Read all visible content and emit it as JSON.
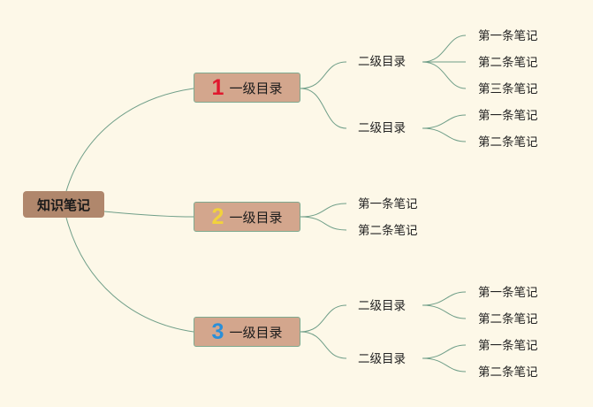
{
  "root": {
    "label": "知识笔记"
  },
  "branches": [
    {
      "number": "1",
      "number_color": "#e0182e",
      "label": "一级目录",
      "children": [
        {
          "label": "二级目录",
          "notes": [
            "第一条笔记",
            "第二条笔记",
            "第三条笔记"
          ]
        },
        {
          "label": "二级目录",
          "notes": [
            "第一条笔记",
            "第二条笔记"
          ]
        }
      ]
    },
    {
      "number": "2",
      "number_color": "#f2d23c",
      "label": "一级目录",
      "notes": [
        "第一条笔记",
        "第二条笔记"
      ]
    },
    {
      "number": "3",
      "number_color": "#2a8fd8",
      "label": "一级目录",
      "children": [
        {
          "label": "二级目录",
          "notes": [
            "第一条笔记",
            "第二条笔记"
          ]
        },
        {
          "label": "二级目录",
          "notes": [
            "第一条笔记",
            "第二条笔记"
          ]
        }
      ]
    }
  ],
  "colors": {
    "background": "#fdf8e8",
    "line": "#6f9e88",
    "root_fill": "#b0876c",
    "branch_fill": "#d3a68d"
  }
}
